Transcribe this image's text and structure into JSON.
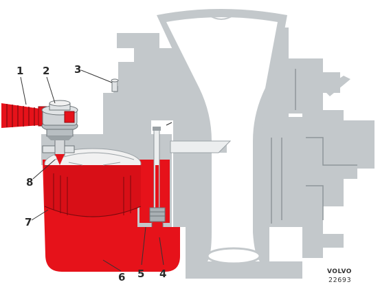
{
  "callouts": {
    "c1": "1",
    "c2": "2",
    "c3": "3",
    "c4": "4",
    "c5": "5",
    "c6": "6",
    "c7": "7",
    "c8": "8"
  },
  "brand": "VOLVO",
  "reference_number": "22693",
  "colors": {
    "housing": "#c3c8cb",
    "fuel": "#e6121a",
    "background": "#ffffff"
  }
}
